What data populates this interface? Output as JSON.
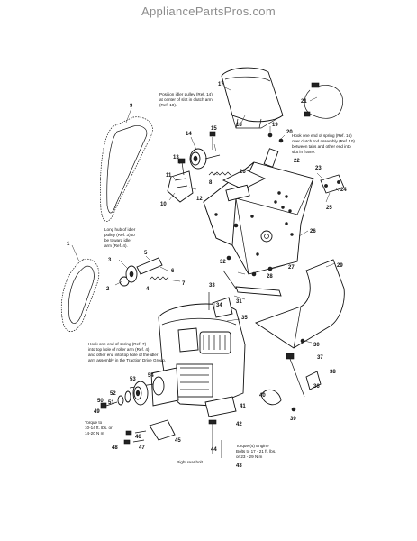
{
  "header": {
    "site": "AppliancePartsPros.com"
  },
  "callouts": {
    "c1": "1",
    "c2": "2",
    "c3": "3",
    "c4": "4",
    "c5": "5",
    "c6": "6",
    "c7": "7",
    "c8": "8",
    "c9": "9",
    "c10": "10",
    "c11": "11",
    "c12": "12",
    "c13": "13",
    "c14": "14",
    "c15": "15",
    "c16": "16",
    "c17": "17",
    "c18": "18",
    "c19": "19",
    "c20": "20",
    "c21": "21",
    "c22": "22",
    "c23": "23",
    "c24": "24",
    "c25": "25",
    "c26": "26",
    "c27": "27",
    "c28": "28",
    "c29": "29",
    "c30": "30",
    "c31": "31",
    "c32": "32",
    "c33": "33",
    "c34": "34",
    "c35": "35",
    "c36": "36",
    "c37": "37",
    "c38": "38",
    "c39": "39",
    "c40": "40",
    "c41": "41",
    "c42": "42",
    "c43": "43",
    "c44": "44",
    "c45": "45",
    "c46": "46",
    "c47": "47",
    "c48": "48",
    "c49": "49",
    "c50": "50",
    "c51": "51",
    "c52": "52",
    "c53": "53",
    "c54": "54"
  },
  "notes": {
    "idler_pulley": [
      "Position idler pulley (Ref. 14)",
      "at center of slot in clutch arm",
      "(Ref. 10)."
    ],
    "hook_spring_top": [
      "Hook one end of spring (Ref. 16)",
      "over clutch rod assembly (Ref. 10)",
      "between tabs and other end into",
      "slot in frame."
    ],
    "long_hub": [
      "Long hub of idler",
      "pulley (Ref. 3) to",
      "be toward idler",
      "arm (Ref. 4)."
    ],
    "hook_spring_bottom": [
      "Hook one end of spring (Ref. 7)",
      "into top hole of roller arm (Ref. 4)",
      "and other end into top hole of the idler",
      "arm assembly in the Traction Drive Group."
    ],
    "torque_left": [
      "Torque to",
      "10-14 ft. lbs. or",
      "14-20 N m"
    ],
    "right_rear_bolt": "Right rear bolt.",
    "torque_engine": [
      "Torque (4) Engine",
      "Bolts to 17 - 21 ft. lbs.",
      "or 23 - 29 N m"
    ]
  }
}
